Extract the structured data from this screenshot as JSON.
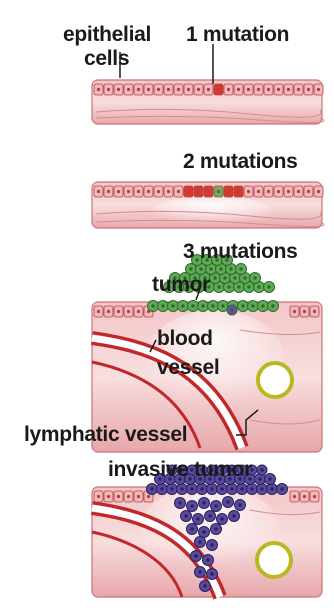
{
  "labels": {
    "epithelial": "epithelial",
    "cells": "cells",
    "mutation1": "1 mutation",
    "mutation2": "2 mutations",
    "mutation3": "3 mutations",
    "tumor": "tumor",
    "blood": "blood",
    "vessel": "vessel",
    "lymphatic": "lymphatic vessel",
    "invasive": "invasive tumor"
  },
  "colors": {
    "tissue_light": "#f6d2d2",
    "tissue_mid": "#eaa3a6",
    "tissue_dark": "#b8484e",
    "cell_fill": "#f2b9b9",
    "cell_edge": "#b04048",
    "mutated_cell": "#d83a2a",
    "two_mutation_cell": "#5cb85a",
    "tumor_green": "#5faa55",
    "tumor_purple": "#6a4ea6",
    "invasive_purple": "#5a4a9a",
    "blood_vessel": "#c0282c",
    "lymph_ring": "#b8b820",
    "text": "#1a1a1a"
  }
}
